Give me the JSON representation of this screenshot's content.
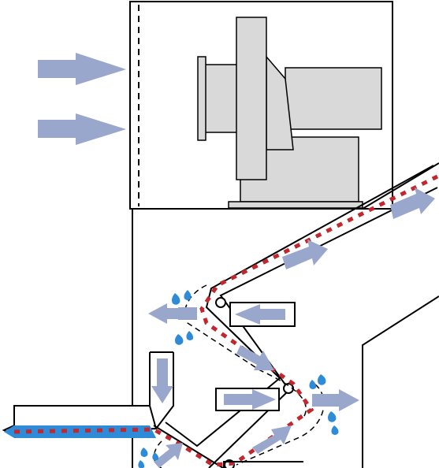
{
  "diagram": {
    "colors": {
      "background": "#ffffff",
      "outline": "#000000",
      "machine_fill": "#d9d9d9",
      "airflow_arrow": "#9aa7cc",
      "product_dashes": "#c1272d",
      "water_droplet": "#2e8bd8",
      "water_layer": "#2e8bd8"
    },
    "components": [
      {
        "name": "fan-housing"
      },
      {
        "name": "motor-assembly"
      },
      {
        "name": "inlet-screen"
      },
      {
        "name": "drying-chamber"
      },
      {
        "name": "feed-trough"
      },
      {
        "name": "conveyor-belt"
      },
      {
        "name": "air-nozzle"
      }
    ],
    "flows": [
      {
        "name": "intake-air-arrow",
        "direction": "right",
        "count": 2
      },
      {
        "name": "belt-air-arrow",
        "direction": "along-belt",
        "count": 6
      },
      {
        "name": "nozzle-air-arrow",
        "direction": "varied",
        "count": 4
      },
      {
        "name": "water-droplet",
        "count": 11
      }
    ]
  }
}
